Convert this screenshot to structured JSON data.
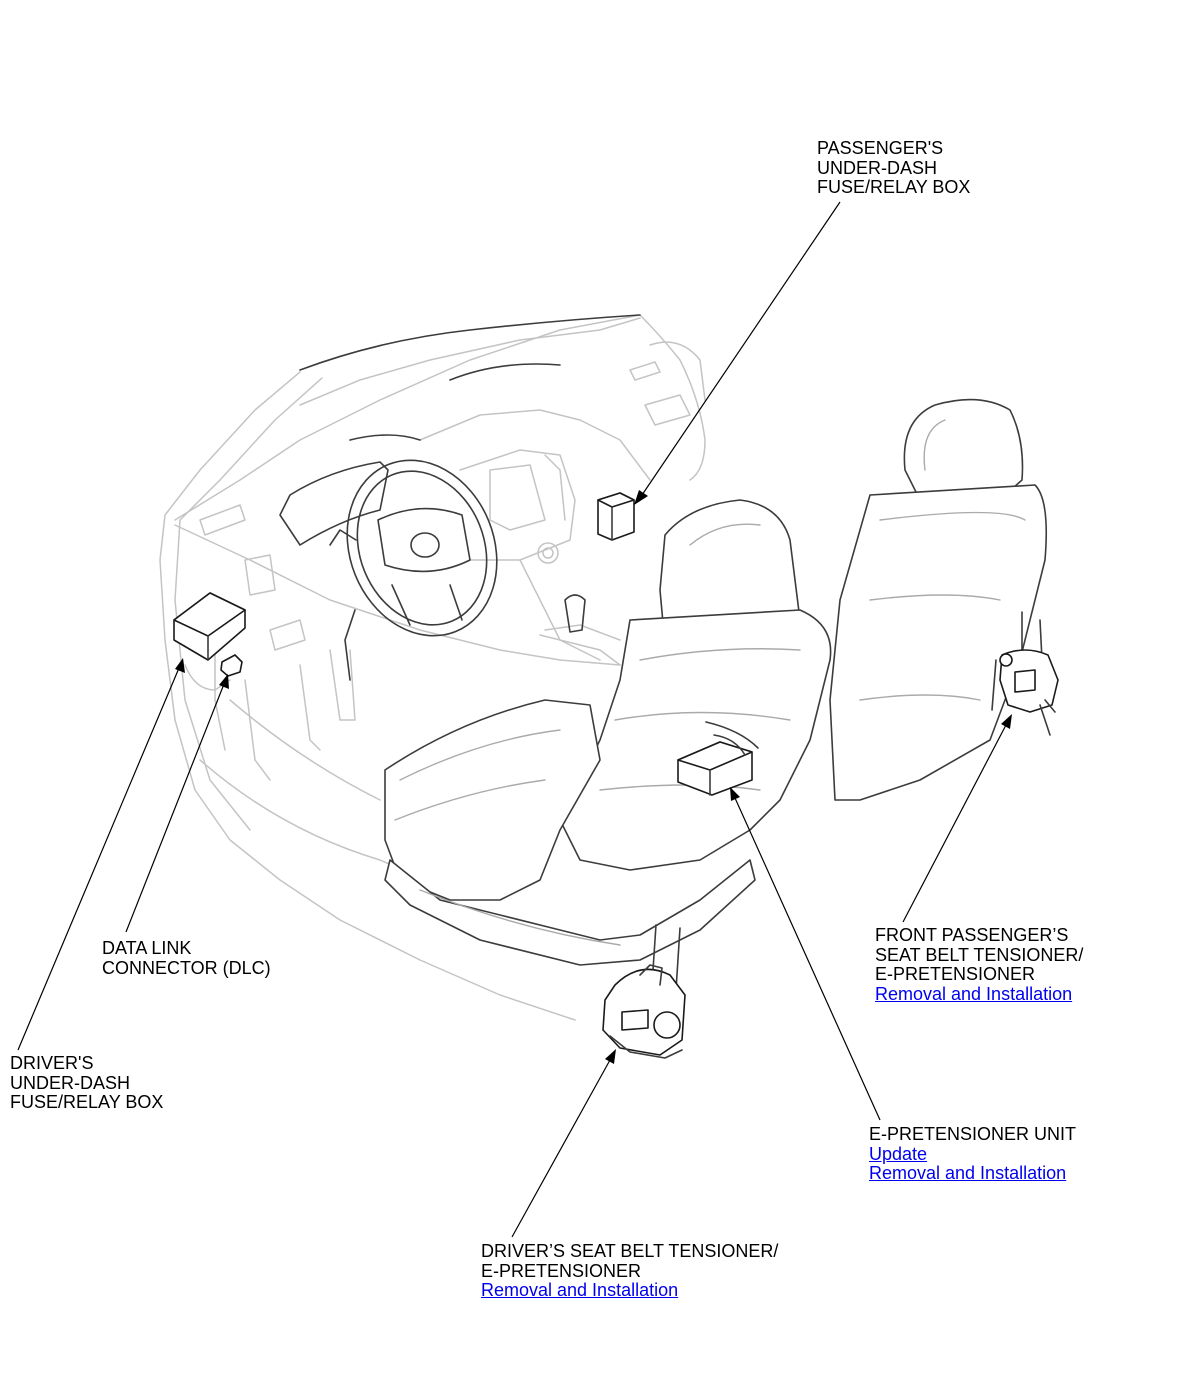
{
  "callouts": {
    "passenger_fuse_box": {
      "lines": [
        "PASSENGER'S",
        "UNDER-DASH",
        "FUSE/RELAY BOX"
      ]
    },
    "dlc": {
      "lines": [
        "DATA LINK",
        "CONNECTOR (DLC)"
      ]
    },
    "driver_fuse_box": {
      "lines": [
        "DRIVER'S",
        "UNDER-DASH",
        "FUSE/RELAY BOX"
      ]
    },
    "front_passenger_tensioner": {
      "lines": [
        "FRONT PASSENGER’S",
        "SEAT BELT TENSIONER/",
        "E-PRETENSIONER"
      ],
      "links": [
        "Removal and Installation"
      ]
    },
    "e_pretensioner_unit": {
      "lines": [
        "E-PRETENSIONER UNIT"
      ],
      "links": [
        "Update",
        "Removal and Installation"
      ]
    },
    "driver_tensioner": {
      "lines": [
        "DRIVER’S SEAT BELT TENSIONER/",
        "E-PRETENSIONER"
      ],
      "links": [
        "Removal and Installation"
      ]
    }
  },
  "colors": {
    "link": "#0000ee",
    "text": "#000000"
  }
}
